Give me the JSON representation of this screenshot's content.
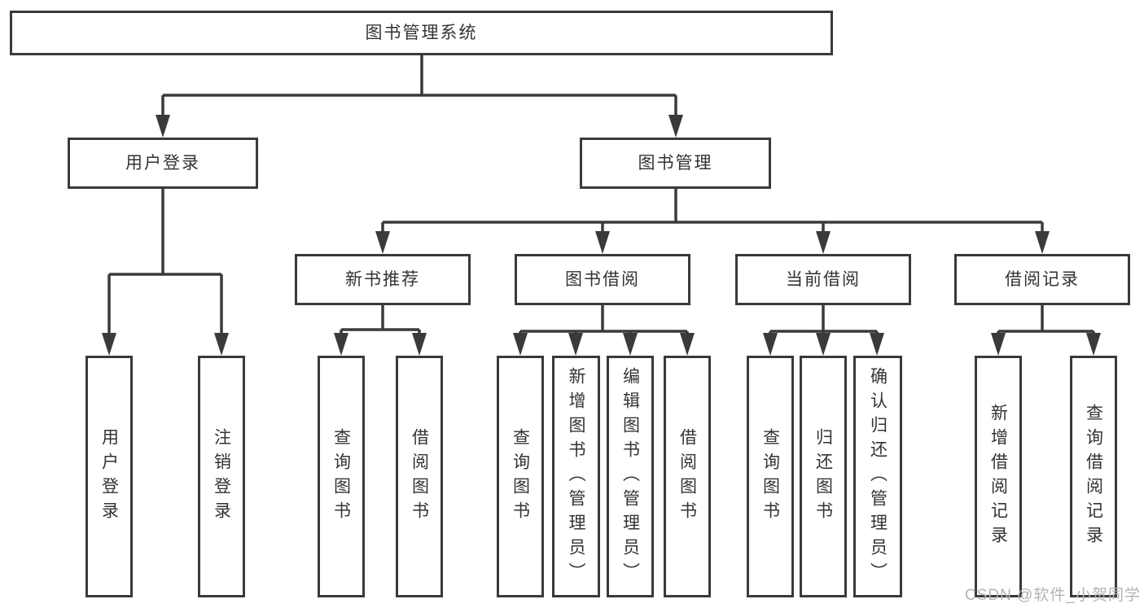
{
  "diagram": {
    "root": {
      "label": "图书管理系统"
    },
    "branches": [
      {
        "label": "用户登录",
        "children": [
          {
            "label": "用户登录"
          },
          {
            "label": "注销登录"
          }
        ]
      },
      {
        "label": "图书管理",
        "children": [
          {
            "label": "新书推荐",
            "children": [
              {
                "label": "查询图书"
              },
              {
                "label": "借阅图书"
              }
            ]
          },
          {
            "label": "图书借阅",
            "children": [
              {
                "label": "查询图书"
              },
              {
                "label": "新增图书（管理员）"
              },
              {
                "label": "编辑图书（管理员）"
              },
              {
                "label": "借阅图书"
              }
            ]
          },
          {
            "label": "当前借阅",
            "children": [
              {
                "label": "查询图书"
              },
              {
                "label": "归还图书"
              },
              {
                "label": "确认归还（管理员）"
              }
            ]
          },
          {
            "label": "借阅记录",
            "children": [
              {
                "label": "新增借阅记录"
              },
              {
                "label": "查询借阅记录"
              }
            ]
          }
        ]
      }
    ]
  },
  "watermark": {
    "text": "CSDN @软件_小贺同学"
  },
  "colors": {
    "line": "#3a3a3a",
    "node_border": "#3a3a3a",
    "node_text": "#333333",
    "watermark_text": "#b3b3b3",
    "background": "#ffffff"
  }
}
